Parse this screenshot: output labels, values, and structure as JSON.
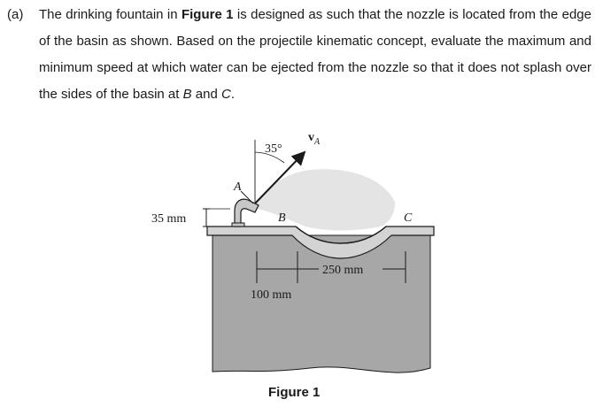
{
  "question": {
    "label": "(a)",
    "p1": "The drinking fountain in ",
    "figure_ref": "Figure 1",
    "p2": " is designed as such that the nozzle is located from the edge of the basin as shown. Based on the projectile kinematic concept, evaluate the maximum and minimum speed at which water can be ejected from the nozzle so that it does not splash over the sides of the basin at ",
    "point_b": "B",
    "p3": " and ",
    "point_c": "C",
    "p4": "."
  },
  "figure": {
    "angle_label": "35°",
    "velocity_v": "v",
    "velocity_sub": "A",
    "point_a": "A",
    "point_b": "B",
    "point_c": "C",
    "height_dim": "35 mm",
    "dim_100": "100 mm",
    "dim_250": "250 mm",
    "caption": "Figure 1",
    "colors": {
      "body_fill": "#a7a7a7",
      "top_fill": "#d3d3d3",
      "spray_fill": "#e4e4e4",
      "stroke": "#1a1a1a"
    }
  }
}
